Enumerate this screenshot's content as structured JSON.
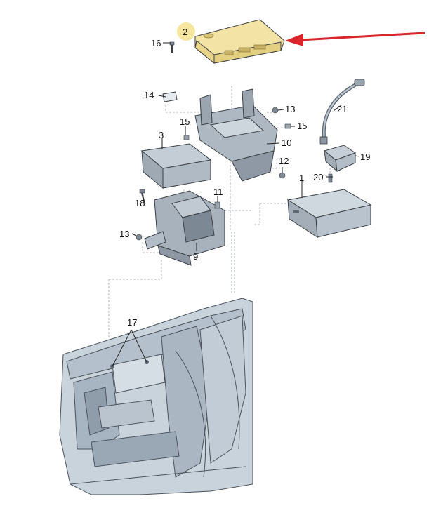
{
  "labels": {
    "p1": "1",
    "p2": "2",
    "p3": "3",
    "p9": "9",
    "p10": "10",
    "p11": "11",
    "p12": "12",
    "p13a": "13",
    "p13b": "13",
    "p14": "14",
    "p15a": "15",
    "p15b": "15",
    "p16": "16",
    "p17": "17",
    "p18": "18",
    "p19": "19",
    "p20": "20",
    "p21": "21"
  },
  "colors": {
    "highlight": "#f3e3a4",
    "highlight_ring": "#f6e6a0",
    "arrow": "#d9262b",
    "part_fill": "#b9c2cc",
    "part_dark": "#8d98a4",
    "body_fill": "#c9d3dc"
  }
}
